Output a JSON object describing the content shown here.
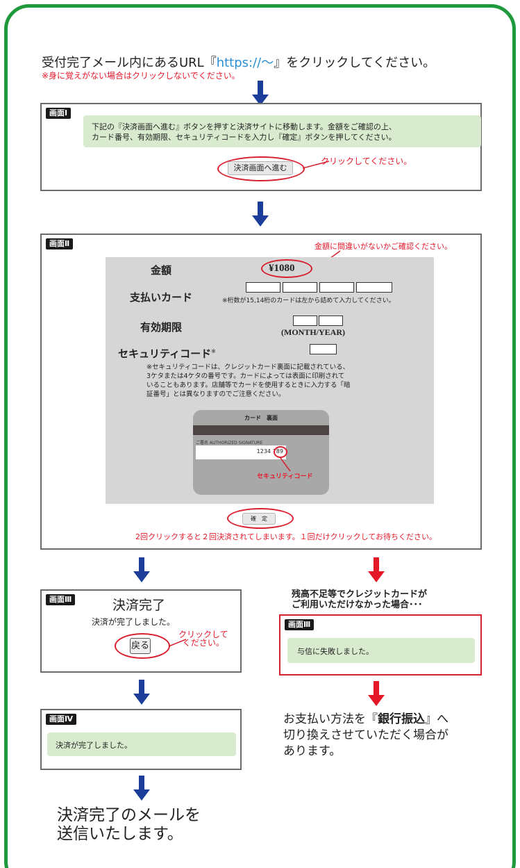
{
  "intro": {
    "line1": "受付完了メール内にあるURL『https://〜』をクリックしてください。",
    "line1_prefix": "受付完了メール内にあるURL『",
    "line1_url": "https://〜",
    "line1_suffix": "』をクリックしてください。",
    "warning": "※身に覚えがない場合はクリックしないでください。"
  },
  "screen1": {
    "tag": "画面Ⅰ",
    "instruction": "下記の『決済画面へ進む』ボタンを押すと決済サイトに移動します。金額をご確認の上、カード番号、有効期限、セキュリティコードを入力し『確定』ボタンを押してください。",
    "instruction_line1": "下記の『決済画面へ進む』ボタンを押すと決済サイトに移動します。金額をご確認の上、",
    "instruction_line2": "カード番号、有効期限、セキュリティコードを入力し『確定』ボタンを押してください。",
    "button": "決済画面へ進む",
    "click_note": "クリックしてください。"
  },
  "screen2": {
    "tag": "画面Ⅱ",
    "amount_note": "金額に間違いがないかご確認ください。",
    "amount_label": "金額",
    "amount_value": "¥1080",
    "card_label": "支払いカード",
    "card_note": "※桁数が15,14桁のカードは左から詰めて入力してください。",
    "expiry_label": "有効期限",
    "expiry_format": "(MONTH/YEAR)",
    "security_label": "セキュリティコード",
    "security_mark": "※",
    "security_note_1": "※セキュリティコードは、クレジットカード裏面に記載されている、",
    "security_note_2": "3ケタまたは4ケタの番号です。カードによっては表面に印刷されて",
    "security_note_3": "いることもあります。店舗等でカードを使用するときに入力する「暗",
    "security_note_4": "証番号」とは異なりますのでご注意ください。",
    "card_title": "カード　裏面",
    "signature_label": "ご署名 AUTHORIZED SIGNATURE",
    "card_digits": "1234",
    "card_code": "789",
    "card_code_caption": "セキュリティコード",
    "confirm_button": "確　定",
    "double_click_warning": "2回クリックすると２回決済されてしまいます。１回だけクリックしてお待ちください。"
  },
  "screen3": {
    "tag": "画面Ⅲ",
    "title": "決済完了",
    "message": "決済が完了しました。",
    "back_button": "戻る",
    "click_note_1": "クリックして",
    "click_note_2": "ください。"
  },
  "screen4": {
    "tag": "画面Ⅳ",
    "message": "決済が完了しました。"
  },
  "final_message_1": "決済完了のメールを",
  "final_message_2": "送信いたします。",
  "failure": {
    "heading_1": "残高不足等でクレジットカードが",
    "heading_2": "ご利用いただけなかった場合･･･",
    "tag": "画面Ⅲ",
    "message": "与信に失敗しました。",
    "note_1_pre": "お支払い方法を『",
    "note_1_bold": "銀行振込",
    "note_1_post": "』へ",
    "note_2": "切り換えさせていただく場合が",
    "note_3": "あります。"
  },
  "colors": {
    "frame": "#1e9a3c",
    "blue_arrow": "#1c3e9a",
    "red_arrow": "#e5182a",
    "accent_red": "#e5182a",
    "link": "#2a8fd6",
    "green_box": "#d9ebce"
  }
}
